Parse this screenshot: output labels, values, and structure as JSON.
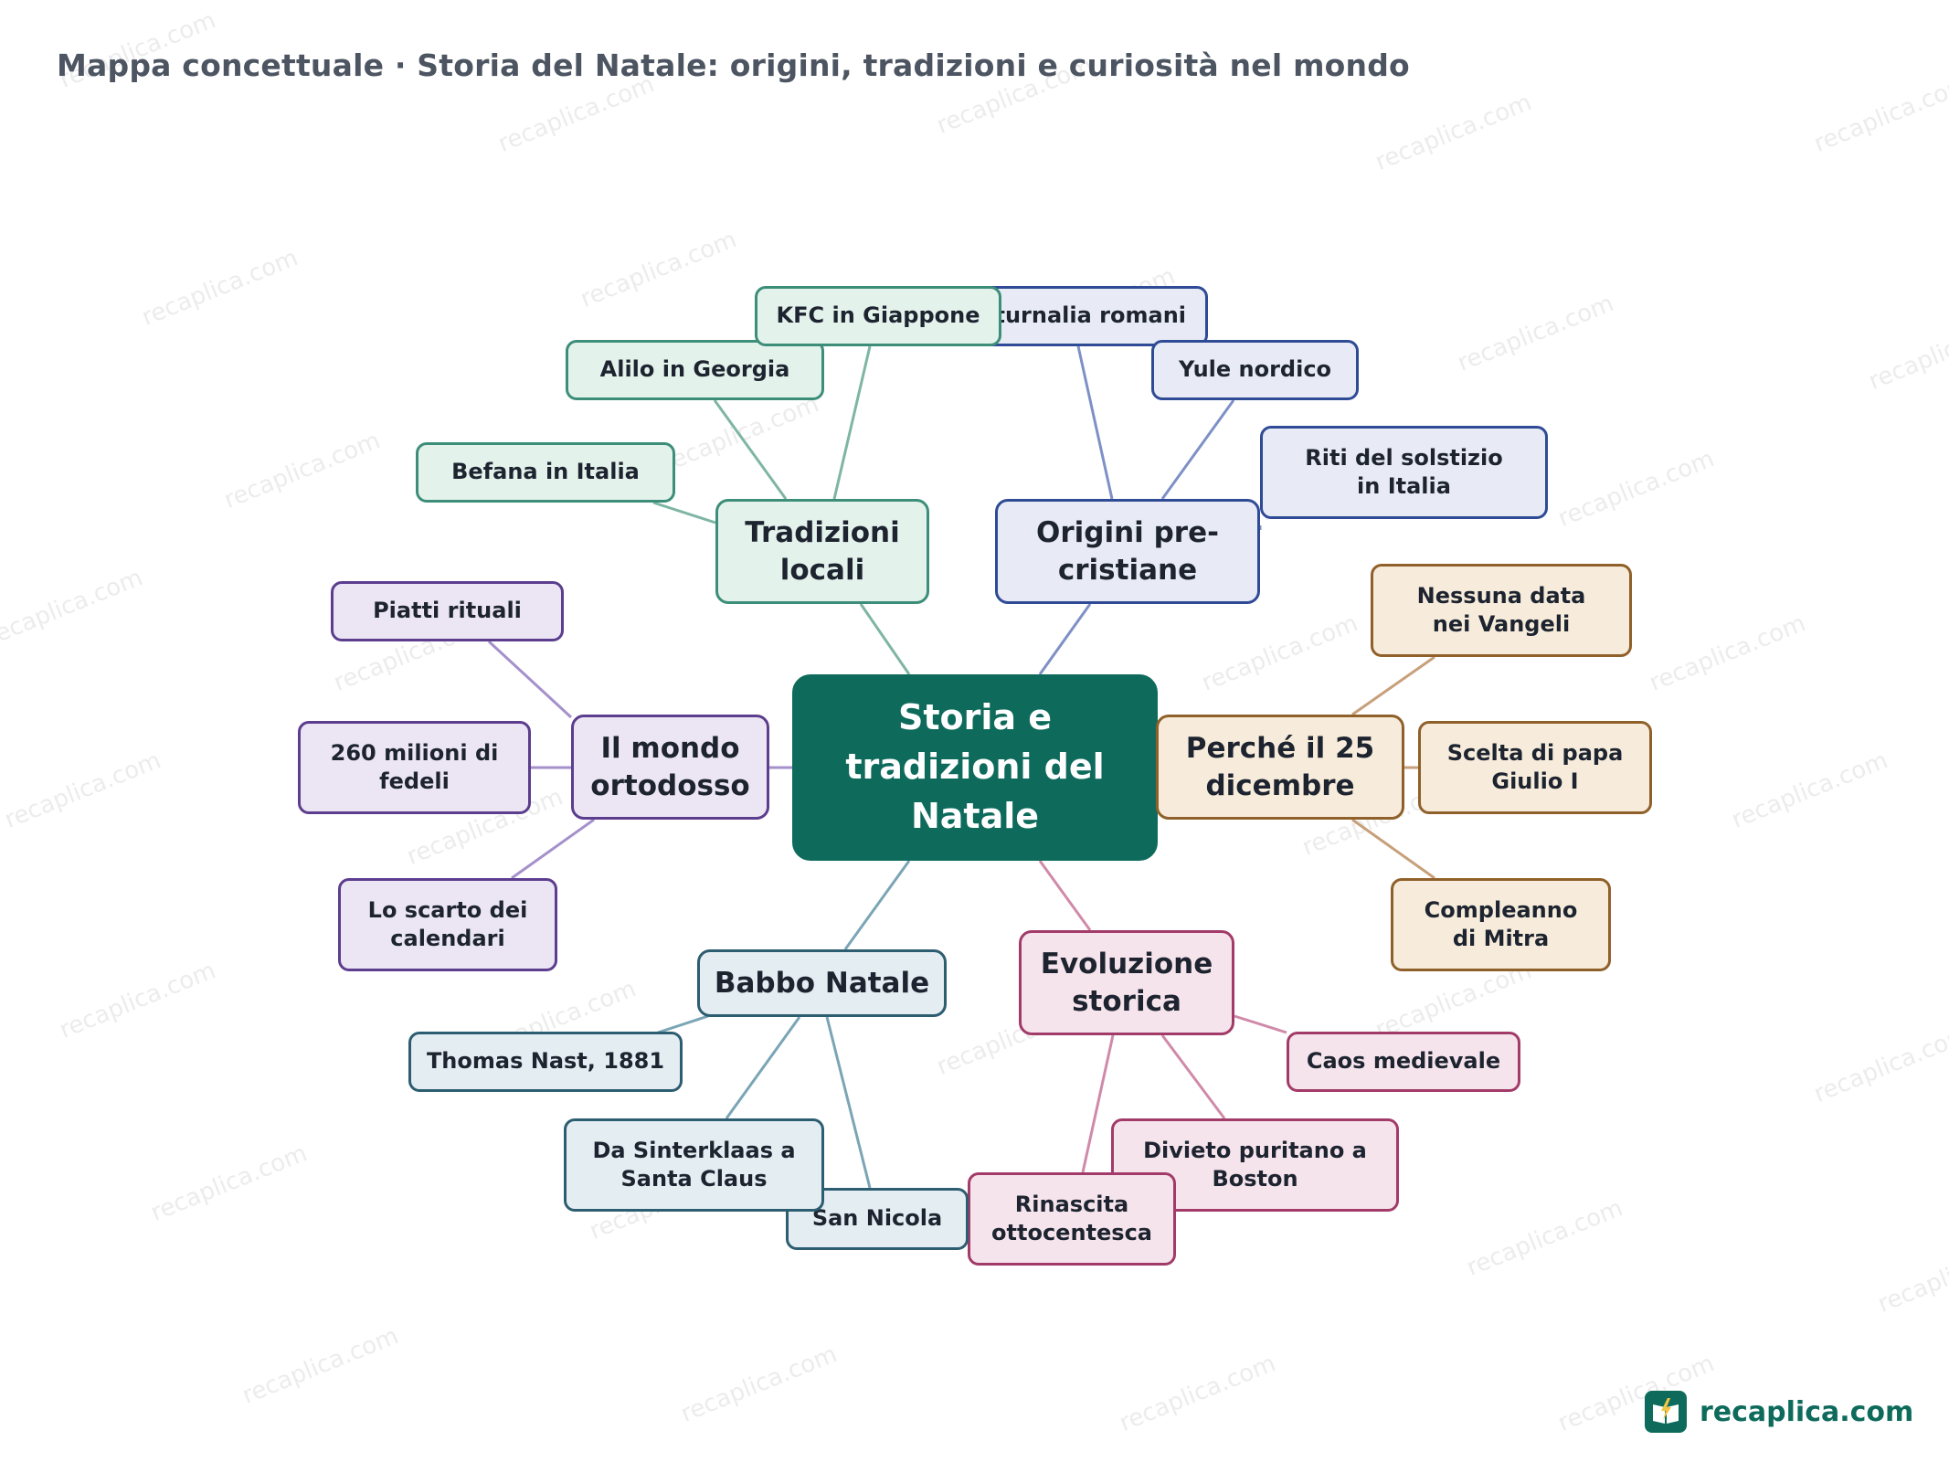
{
  "title": "Mappa concettuale · Storia del Natale: origini, tradizioni e curiosità nel mondo",
  "watermark": "recaplica.com",
  "brand": {
    "name": "recaplica.com",
    "logo_icon": "book-bolt-icon"
  },
  "colors": {
    "center": "#0e6b5c",
    "tradizioni_locali": "#3d8e79",
    "origini_pre_cristiane": "#2f4b95",
    "perche_25_dicembre": "#90602a",
    "evoluzione_storica": "#a23b69",
    "babbo_natale": "#2d5d71",
    "mondo_ortodosso": "#5c3d8e"
  },
  "map": {
    "center": "Storia e tradizioni del Natale",
    "branches": [
      {
        "id": "tradizioni",
        "label": "Tradizioni locali",
        "color": "teal",
        "children": [
          "KFC in Giappone",
          "Alilo in Georgia",
          "Befana in Italia"
        ]
      },
      {
        "id": "origini",
        "label": "Origini pre-cristiane",
        "color": "blue",
        "children": [
          "Saturnalia romani",
          "Yule nordico",
          "Riti del solstizio in Italia"
        ]
      },
      {
        "id": "perche",
        "label": "Perché il 25 dicembre",
        "color": "amber",
        "children": [
          "Nessuna data nei Vangeli",
          "Scelta di papa Giulio I",
          "Compleanno di Mitra"
        ]
      },
      {
        "id": "evoluzione",
        "label": "Evoluzione storica",
        "color": "pink",
        "children": [
          "Caos medievale",
          "Divieto puritano a Boston",
          "Rinascita ottocentesca"
        ]
      },
      {
        "id": "babbo",
        "label": "Babbo Natale",
        "color": "steel",
        "children": [
          "Thomas Nast, 1881",
          "Da Sinterklaas a Santa Claus",
          "San Nicola"
        ]
      },
      {
        "id": "ortodosso",
        "label": "Il mondo ortodosso",
        "color": "purple",
        "children": [
          "Piatti rituali",
          "260 milioni di fedeli",
          "Lo scarto dei calendari"
        ]
      }
    ]
  }
}
